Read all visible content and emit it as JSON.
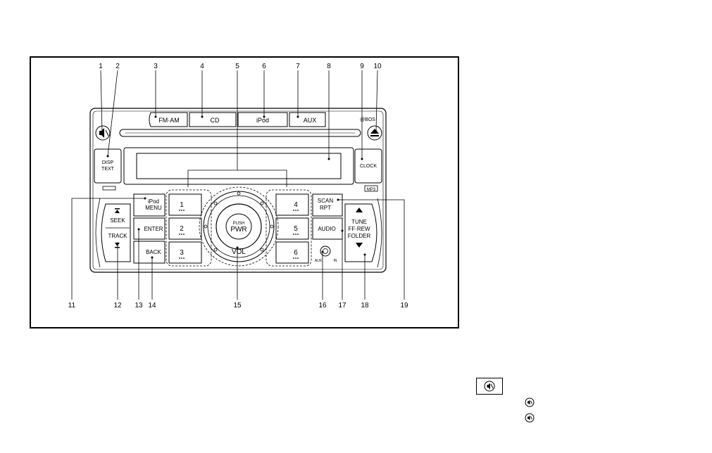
{
  "callouts": [
    "1",
    "2",
    "3",
    "4",
    "5",
    "6",
    "7",
    "8",
    "9",
    "10",
    "11",
    "12",
    "13",
    "14",
    "15",
    "16",
    "17",
    "18",
    "19"
  ],
  "buttons": {
    "fm_am": "FM·AM",
    "cd": "CD",
    "ipod": "iPod",
    "aux": "AUX",
    "brand": "@BOS",
    "disp_1": "DISP",
    "disp_2": "TEXT",
    "clock": "CLOCK",
    "mp3": "MP3",
    "ipod_menu_1": "iPod",
    "ipod_menu_2": "MENU",
    "scan_1": "SCAN",
    "scan_2": "RPT",
    "seek": "SEEK",
    "track": "TRACK",
    "enter": "ENTER",
    "back": "BACK",
    "audio": "AUDIO",
    "tune_1": "TUNE",
    "tune_2": "FF·REW",
    "tune_3": "FOLDER",
    "preset_1": "1",
    "preset_2": "2",
    "preset_3": "3",
    "preset_4": "4",
    "preset_5": "5",
    "preset_6": "6",
    "push": "PUSH",
    "pwr": "PWR",
    "vol": "VOL",
    "aux_in_1": "AUX",
    "aux_in_2": "IN"
  },
  "icons": {
    "mute": "mute-icon",
    "eject": "eject-icon",
    "seek_up": "seek-up-icon",
    "seek_down": "seek-down-icon",
    "tune_up": "tune-up-icon",
    "tune_down": "tune-down-icon"
  }
}
